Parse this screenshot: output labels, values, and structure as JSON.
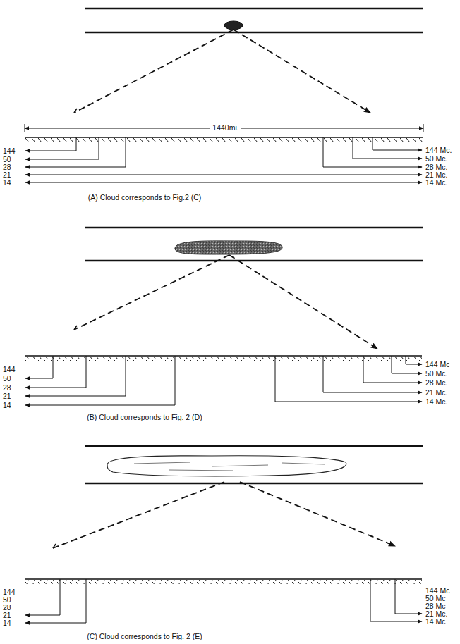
{
  "diagram": {
    "labels": [
      "1440mi.",
      "144",
      "50",
      "28",
      "21",
      "14",
      "144 Mc.",
      "50 Mc.",
      "28 Mc.",
      "21 Mc.",
      "14 Mc.",
      "(A) Cloud corresponds to Fig.2 (C)",
      "144",
      "50",
      "28",
      "21",
      "14",
      "144 Mc",
      "50 Mc.",
      "28 Mc.",
      "21 Mc.",
      "14 Mc.",
      "(B) Cloud corresponds to Fig. 2 (D)",
      "144",
      "50",
      "28",
      "21",
      "14",
      "144 Mc",
      "50 Mc",
      "28 Mc",
      "21 Mc.",
      "14 Mc",
      "(C) Cloud corresponds to Fig. 2 (E)"
    ]
  }
}
